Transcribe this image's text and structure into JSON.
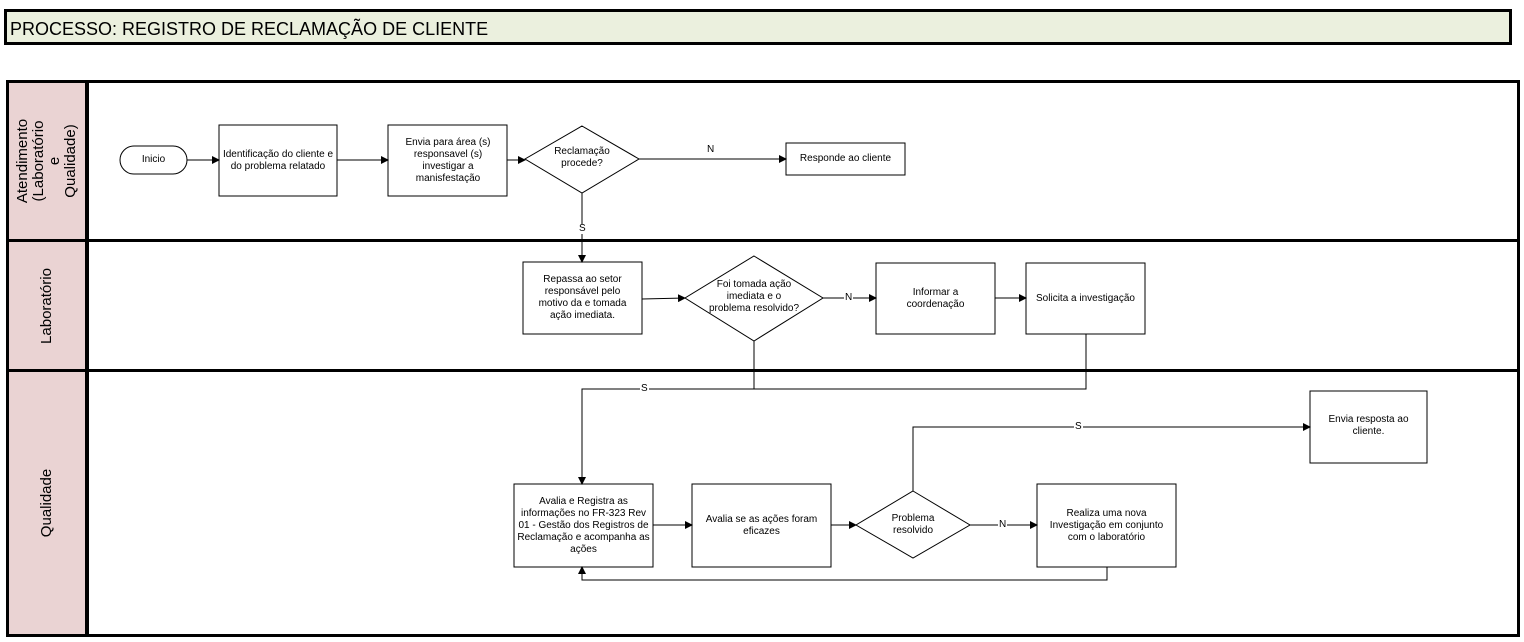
{
  "title": "PROCESSO: REGISTRO DE RECLAMAÇÃO DE CLIENTE",
  "lanes": {
    "atendimento": "Atendimento\n(Laboratório e\nQualidade)",
    "laboratorio": "Laboratório",
    "qualidade": "Qualidade"
  },
  "nodes": {
    "inicio": "Inicio",
    "identificacao": "Identificação do cliente e do problema relatado",
    "envia_area": "Envia para área (s) responsavel (s) investigar a manisfestação",
    "reclamacao_procede": "Reclamação procede?",
    "responde_cliente": "Responde ao cliente",
    "repassa_setor": "Repassa ao setor responsável pelo motivo da e tomada ação imediata.",
    "foi_tomada_acao": "Foi tomada ação imediata e o problema resolvido?",
    "informar_coordenacao": "Informar a coordenação",
    "solicita_investigacao": "Solicita a investigação",
    "avalia_registra": "Avalia e  Registra as informações  no FR-323 Rev 01 - Gestão dos Registros de Reclamação e acompanha as ações",
    "avalia_acoes": "Avalia se as ações foram eficazes",
    "problema_resolvido": "Problema resolvido",
    "realiza_investigacao": "Realiza uma nova Investigação  em conjunto com o laboratório",
    "envia_resposta": "Envia resposta ao cliente."
  },
  "edge_labels": {
    "procede_nao": "N",
    "procede_sim": "S",
    "acao_nao": "N",
    "acao_sim": "S",
    "resolvido_sim": "S",
    "resolvido_nao": "N"
  }
}
